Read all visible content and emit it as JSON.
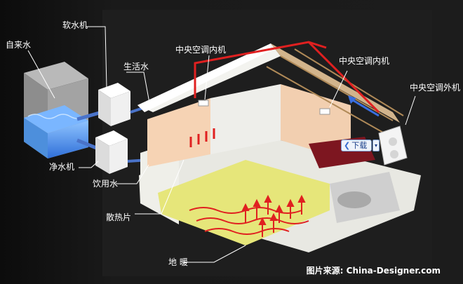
{
  "labels": {
    "tap_water": "自来水",
    "softener": "软水机",
    "domestic_water": "生活水",
    "indoor_ac_1": "中央空调内机",
    "indoor_ac_2": "中央空调内机",
    "outdoor_ac": "中央空调外机",
    "purifier": "净水机",
    "drinking_water": "饮用水",
    "radiator": "散热片",
    "floor_heating": "地  暖"
  },
  "download": {
    "label": "下载"
  },
  "credit": "图片来源: China-Designer.com",
  "colors": {
    "background": "#121212",
    "water": "#4a8fe0",
    "duct": "#e02020",
    "house_wall": "#f6f6f2",
    "floor": "#e6e67a",
    "roof": "#d2b48c"
  }
}
